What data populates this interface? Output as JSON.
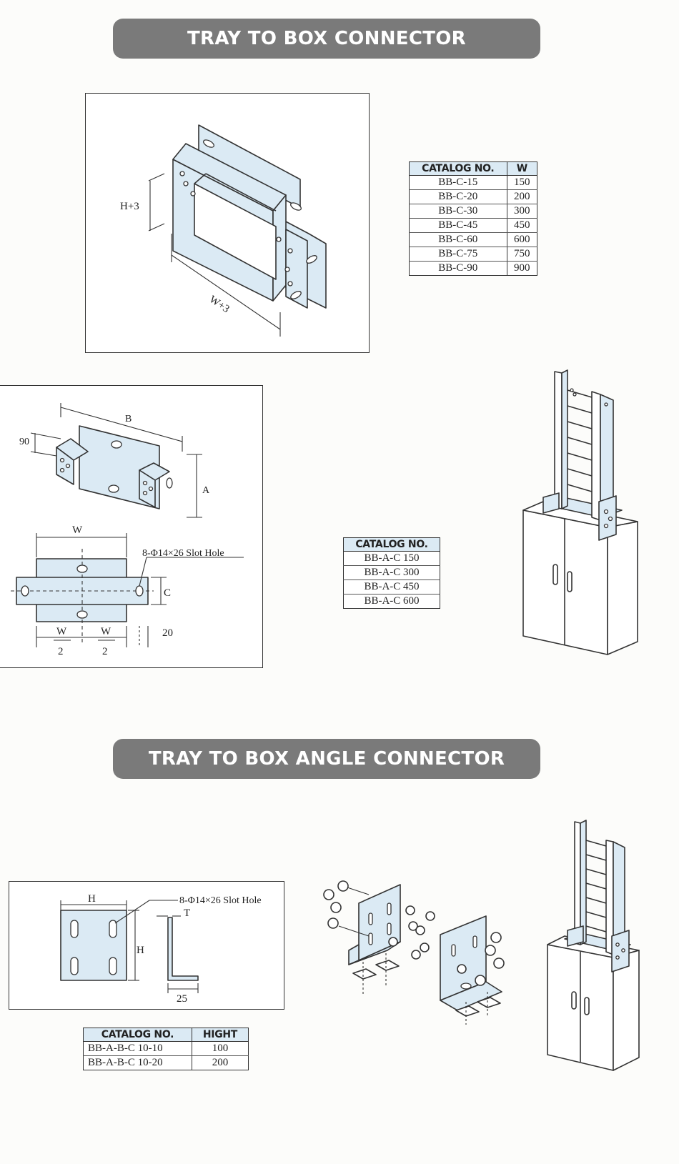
{
  "section1": {
    "title": "TRAY TO BOX CONNECTOR",
    "iso_labels": {
      "height": "H+3",
      "width": "W+3"
    },
    "table": {
      "headers": [
        "CATALOG NO.",
        "W"
      ],
      "rows": [
        [
          "BB-C-15",
          "150"
        ],
        [
          "BB-C-20",
          "200"
        ],
        [
          "BB-C-30",
          "300"
        ],
        [
          "BB-C-45",
          "450"
        ],
        [
          "BB-C-60",
          "600"
        ],
        [
          "BB-C-75",
          "750"
        ],
        [
          "BB-C-90",
          "900"
        ]
      ]
    },
    "detail_labels": {
      "b": "B",
      "ninety": "90",
      "a": "A",
      "w": "W",
      "slot": "8-Φ14×26 Slot Hole",
      "c": "C",
      "w_half_top": "W",
      "w_half_bottom": "2",
      "twenty": "20"
    },
    "table2": {
      "headers": [
        "CATALOG NO."
      ],
      "rows": [
        [
          "BB-A-C 150"
        ],
        [
          "BB-A-C 300"
        ],
        [
          "BB-A-C 450"
        ],
        [
          "BB-A-C 600"
        ]
      ]
    }
  },
  "section2": {
    "title": "TRAY TO BOX ANGLE CONNECTOR",
    "detail_labels": {
      "h_top": "H",
      "slot": "8-Φ14×26 Slot Hole",
      "t": "T",
      "h_side": "H",
      "twentyfive": "25"
    },
    "table": {
      "headers": [
        "CATALOG NO.",
        "HIGHT"
      ],
      "rows": [
        [
          "BB-A-B-C  10-10",
          "100"
        ],
        [
          "BB-A-B-C  10-20",
          "200"
        ]
      ]
    }
  },
  "colors": {
    "banner": "#7a7a7a",
    "part_fill": "#dbeaf4",
    "header_fill": "#dbeaf4"
  }
}
